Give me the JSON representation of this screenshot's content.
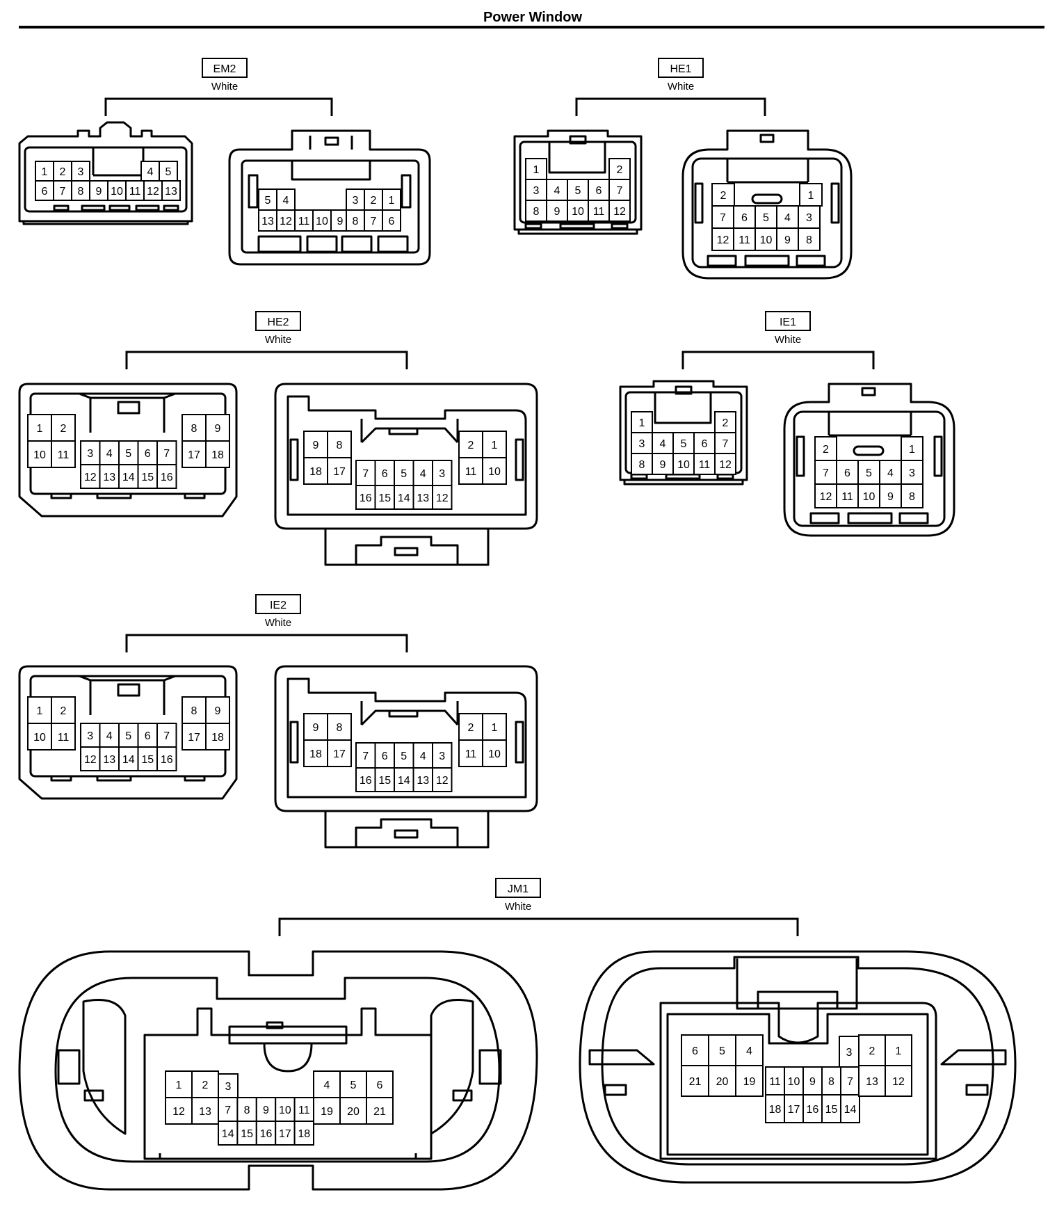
{
  "title": "Power Window",
  "connectors": [
    {
      "code": "EM2",
      "color": "White",
      "left": {
        "rows": [
          [
            "1",
            "2",
            "3",
            "4",
            "5"
          ],
          [
            "6",
            "7",
            "8",
            "9",
            "10",
            "11",
            "12",
            "13"
          ]
        ]
      },
      "right": {
        "rows": [
          [
            "5",
            "4",
            "3",
            "2",
            "1"
          ],
          [
            "13",
            "12",
            "11",
            "10",
            "9",
            "8",
            "7",
            "6"
          ]
        ]
      }
    },
    {
      "code": "HE1",
      "color": "White",
      "left": {
        "rows": [
          [
            "1",
            "2"
          ],
          [
            "3",
            "4",
            "5",
            "6",
            "7"
          ],
          [
            "8",
            "9",
            "10",
            "11",
            "12"
          ]
        ]
      },
      "right": {
        "rows": [
          [
            "2",
            "1"
          ],
          [
            "7",
            "6",
            "5",
            "4",
            "3"
          ],
          [
            "12",
            "11",
            "10",
            "9",
            "8"
          ]
        ]
      }
    },
    {
      "code": "HE2",
      "color": "White",
      "left": {
        "groups": [
          [
            "1",
            "2",
            "10",
            "11"
          ],
          [
            "3",
            "4",
            "5",
            "6",
            "7",
            "12",
            "13",
            "14",
            "15",
            "16"
          ],
          [
            "8",
            "9",
            "17",
            "18"
          ]
        ]
      },
      "right": {
        "groups": [
          [
            "9",
            "8",
            "18",
            "17"
          ],
          [
            "7",
            "6",
            "5",
            "4",
            "3",
            "16",
            "15",
            "14",
            "13",
            "12"
          ],
          [
            "2",
            "1",
            "11",
            "10"
          ]
        ]
      }
    },
    {
      "code": "IE1",
      "color": "White",
      "left": {
        "rows": [
          [
            "1",
            "2"
          ],
          [
            "3",
            "4",
            "5",
            "6",
            "7"
          ],
          [
            "8",
            "9",
            "10",
            "11",
            "12"
          ]
        ]
      },
      "right": {
        "rows": [
          [
            "2",
            "1"
          ],
          [
            "7",
            "6",
            "5",
            "4",
            "3"
          ],
          [
            "12",
            "11",
            "10",
            "9",
            "8"
          ]
        ]
      }
    },
    {
      "code": "IE2",
      "color": "White",
      "left": {
        "groups": [
          [
            "1",
            "2",
            "10",
            "11"
          ],
          [
            "3",
            "4",
            "5",
            "6",
            "7",
            "12",
            "13",
            "14",
            "15",
            "16"
          ],
          [
            "8",
            "9",
            "17",
            "18"
          ]
        ]
      },
      "right": {
        "groups": [
          [
            "9",
            "8",
            "18",
            "17"
          ],
          [
            "7",
            "6",
            "5",
            "4",
            "3",
            "16",
            "15",
            "14",
            "13",
            "12"
          ],
          [
            "2",
            "1",
            "11",
            "10"
          ]
        ]
      }
    },
    {
      "code": "JM1",
      "color": "White",
      "left": {
        "groups": [
          [
            "1",
            "2",
            "12",
            "13"
          ],
          [
            "3",
            "7",
            "8",
            "9",
            "10",
            "11",
            "14",
            "15",
            "16",
            "17",
            "18"
          ],
          [
            "4",
            "5",
            "6",
            "19",
            "20",
            "21"
          ]
        ]
      },
      "right": {
        "groups": [
          [
            "6",
            "5",
            "4",
            "21",
            "20",
            "19"
          ],
          [
            "3",
            "11",
            "10",
            "9",
            "8",
            "7",
            "18",
            "17",
            "16",
            "15",
            "14"
          ],
          [
            "2",
            "1",
            "13",
            "12"
          ]
        ]
      }
    }
  ]
}
